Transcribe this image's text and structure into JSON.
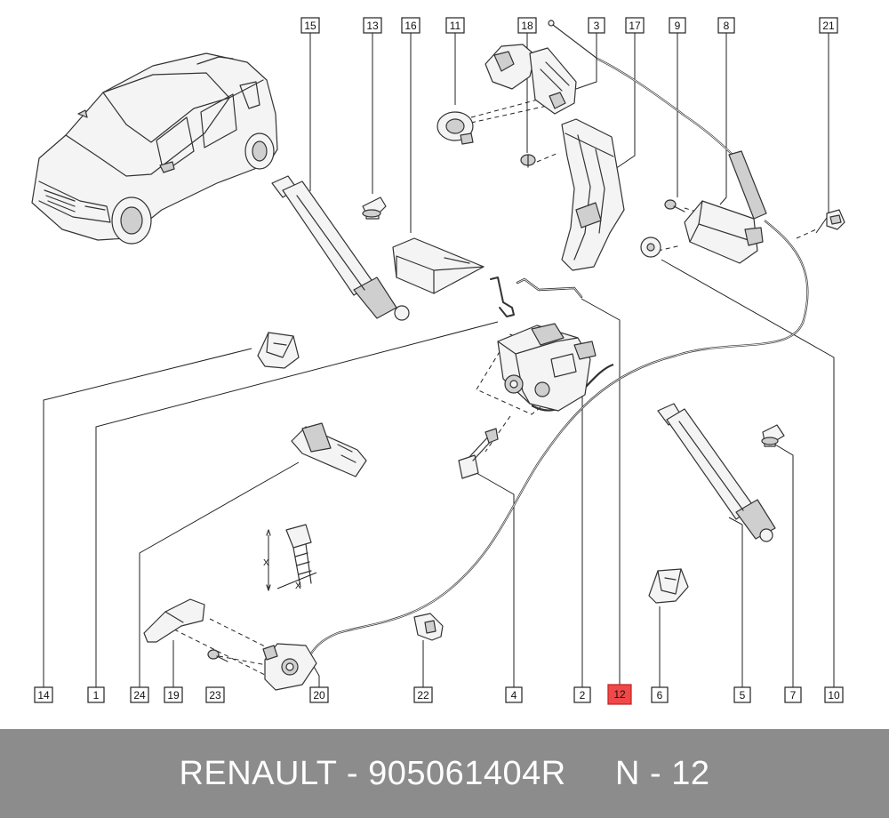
{
  "footer": {
    "brand": "RENAULT",
    "separator_1": "-",
    "part_number": "905061404R",
    "callout_prefix": "N",
    "separator_2": "-",
    "callout_number": "12"
  },
  "callouts": {
    "c1": "1",
    "c2": "2",
    "c3": "3",
    "c4": "4",
    "c5": "5",
    "c6": "6",
    "c7": "7",
    "c8": "8",
    "c9": "9",
    "c10": "10",
    "c11": "11",
    "c12": "12",
    "c13": "13",
    "c14": "14",
    "c15": "15",
    "c16": "16",
    "c17": "17",
    "c18": "18",
    "c19": "19",
    "c20": "20",
    "c21": "21",
    "c22": "22",
    "c23": "23",
    "c24": "24"
  },
  "highlighted_callout": "12",
  "dimension_labels": {
    "x_vertical": "X",
    "x_horizontal": "X"
  },
  "colors": {
    "highlight_fill": "#f04848",
    "footer_background": "#8c8c8c",
    "footer_text": "#ffffff",
    "line": "#222222"
  }
}
